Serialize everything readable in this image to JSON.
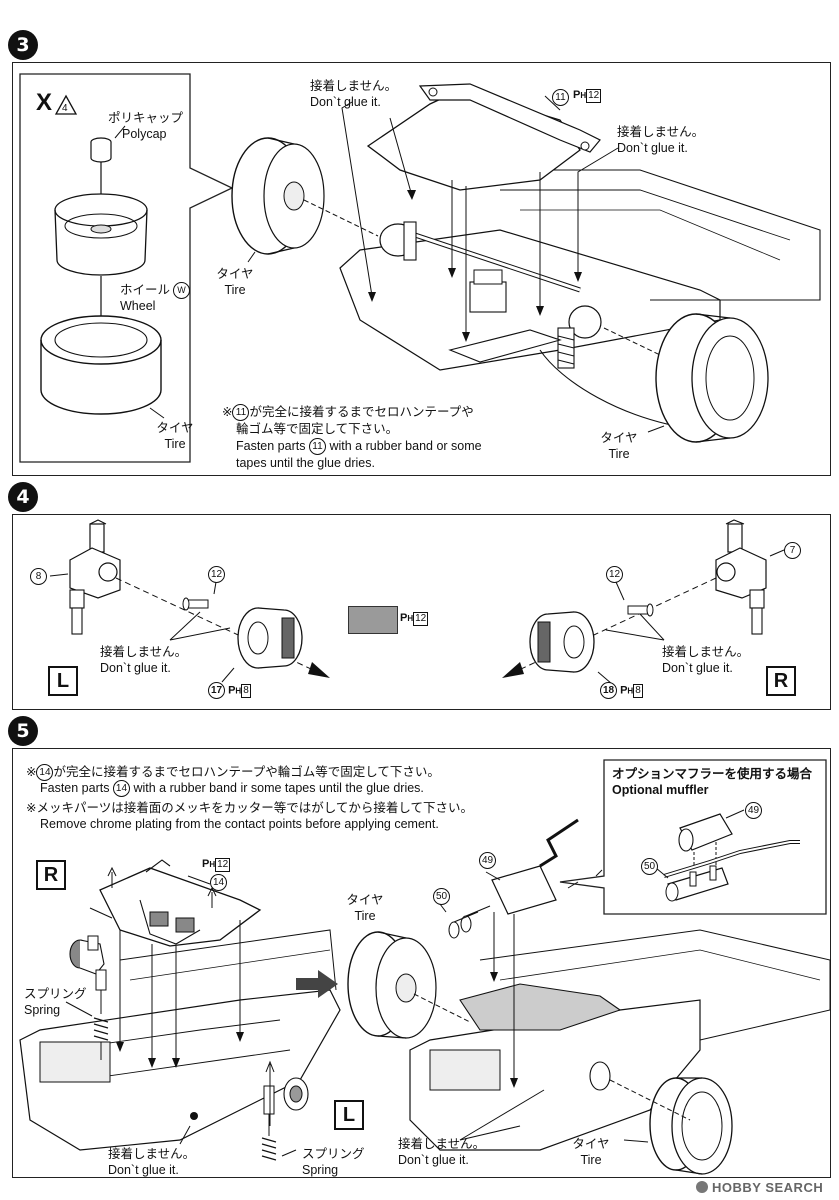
{
  "steps": [
    {
      "number": "3"
    },
    {
      "number": "4"
    },
    {
      "number": "5"
    }
  ],
  "step3": {
    "inset_mark": "X",
    "inset_count": "4",
    "polycap_jp": "ポリキャップ",
    "polycap_en": "Polycap",
    "wheel_jp": "ホイール",
    "wheel_en": "Wheel",
    "wheel_code": "W",
    "tire_jp": "タイヤ",
    "tire_en": "Tire",
    "dont_glue_jp": "接着しません。",
    "dont_glue_en": "Don`t glue it.",
    "part_11": "11",
    "ph_prefix": "P",
    "ph_sub": "H",
    "ph_code": "12",
    "note_jp_mark": "※",
    "note_jp_after": "が完全に接着するまでセロハンテープや",
    "note_jp_line2": "輪ゴム等で固定して下さい。",
    "note_en_before": "Fasten parts",
    "note_en_after": "with a rubber band or some",
    "note_en_line2": "tapes until the glue dries."
  },
  "step4": {
    "part_8": "8",
    "part_7": "7",
    "part_12": "12",
    "part_17": "17",
    "part_18": "18",
    "ph_17_code": "8",
    "ph_18_code": "8",
    "swatch_code": "12",
    "dont_glue_jp": "接着しません。",
    "dont_glue_en": "Don`t glue it.",
    "left_label": "L",
    "right_label": "R",
    "swatch_color": "#9a9a9a"
  },
  "step5": {
    "note1_jp_mark": "※",
    "note1_jp_after": "が完全に接着するまでセロハンテープや輪ゴム等で固定して下さい。",
    "note1_en_before": "Fasten parts",
    "note1_en_after": "with a rubber band ir some tapes until the glue dries.",
    "note2_jp": "※メッキパーツは接着面のメッキをカッター等ではがしてから接着して下さい。",
    "note2_en": "Remove chrome plating from the contact points before applying cement.",
    "part_14": "14",
    "part_49": "49",
    "part_50": "50",
    "ph_code": "12",
    "option_title_jp": "オプションマフラーを使用する場合",
    "option_title_en": "Optional muffler",
    "right_label": "R",
    "left_label": "L",
    "spring_jp": "スプリング",
    "spring_en": "Spring",
    "tire_jp": "タイヤ",
    "tire_en": "Tire",
    "dont_glue_jp": "接着しません。",
    "dont_glue_en": "Don`t glue it."
  },
  "watermark": "HOBBY SEARCH"
}
